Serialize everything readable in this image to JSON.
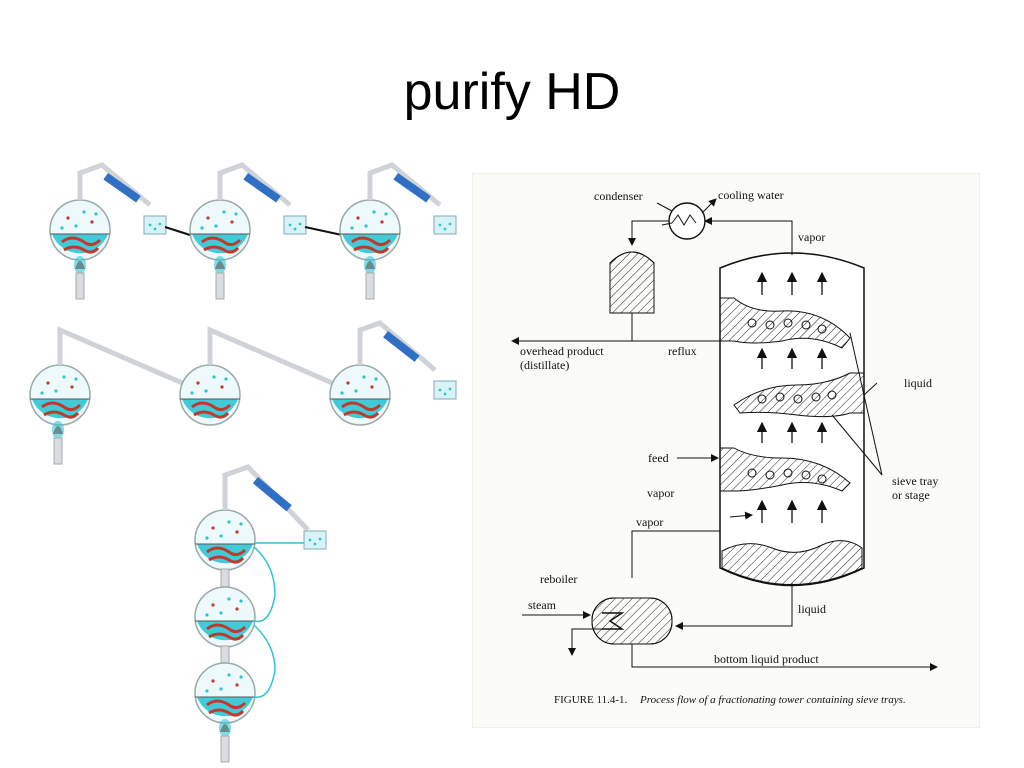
{
  "slide": {
    "title": "purify HD"
  },
  "tower": {
    "labels": {
      "condenser": "condenser",
      "cooling_water": "cooling water",
      "vapor_top": "vapor",
      "overhead_product_1": "overhead product",
      "overhead_product_2": "(distillate)",
      "reflux": "reflux",
      "liquid": "liquid",
      "feed": "feed",
      "vapor_mid": "vapor",
      "sieve_tray_1": "sieve tray",
      "sieve_tray_2": "or stage",
      "vapor_reboiler": "vapor",
      "reboiler": "reboiler",
      "steam": "steam",
      "liquid_bottom": "liquid",
      "bottom_product": "bottom liquid product"
    },
    "caption": {
      "figure": "FIGURE 11.4-1.",
      "text": "Process flow of a fractionating tower containing sieve trays."
    }
  },
  "colors": {
    "glass_tube": "#d9dce0",
    "condenser_blue": "#2f6fc4",
    "liquid_cyan": "#2fc4d4",
    "droplet_red": "#c0392b",
    "flame_red": "#c0392b"
  }
}
